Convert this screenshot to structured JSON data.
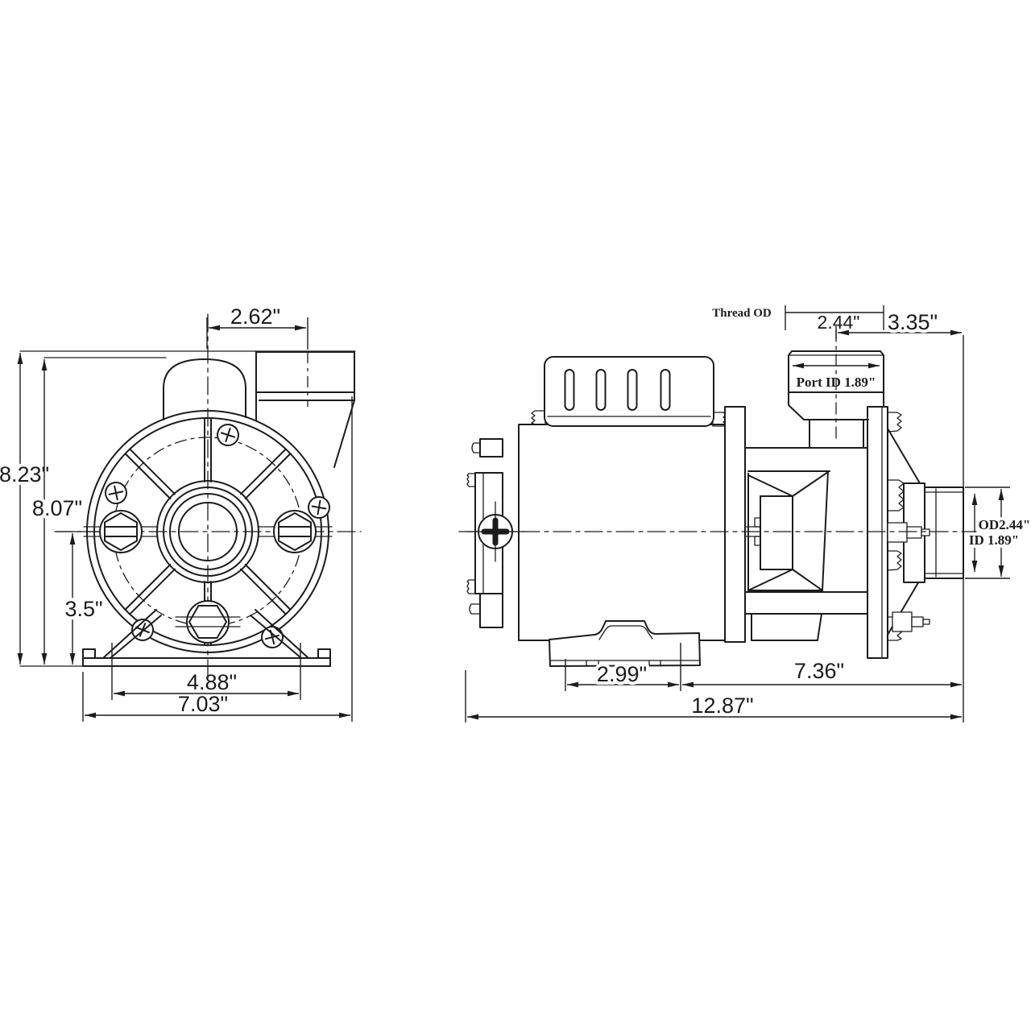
{
  "drawing": {
    "background_color": "#ffffff",
    "line_color": "#1c1c1c",
    "front_view": {
      "dim_top_width": "2.62\"",
      "dim_overall_height": "8.23\"",
      "dim_body_height": "8.07\"",
      "dim_center_to_base": "3.5\"",
      "dim_bolt_spacing": "4.88\"",
      "dim_base_width": "7.03\""
    },
    "side_view": {
      "label_thread_od": "Thread OD",
      "dim_thread_od": "2.44\"",
      "dim_port_center_to_end": "3.35\"",
      "label_port_id": "Port ID 1.89\"",
      "label_outlet_od": "OD2.44\"",
      "label_outlet_id": "ID 1.89\"",
      "dim_foot_width": "2.99\"",
      "dim_wet_end_length": "7.36\"",
      "dim_overall_length": "12.87\""
    }
  }
}
